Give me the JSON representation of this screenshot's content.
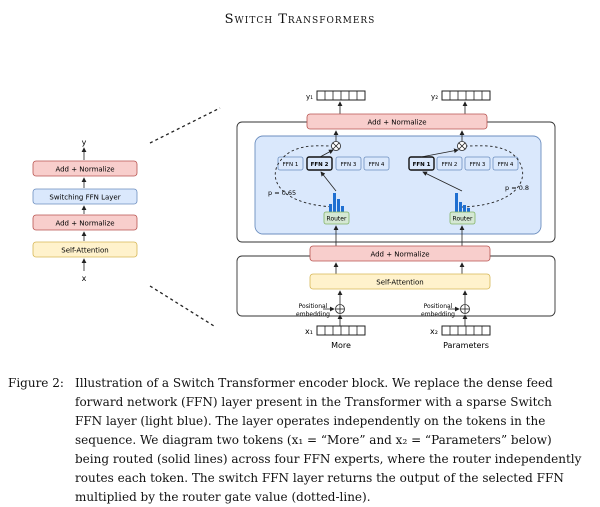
{
  "running_head": "Switch Transformers",
  "small_block": {
    "output": "y",
    "input": "x",
    "layers": [
      "Add + Normalize",
      "Switching FFN Layer",
      "Add + Normalize",
      "Self-Attention"
    ]
  },
  "big_block": {
    "top_add_norm": "Add + Normalize",
    "mid_add_norm": "Add + Normalize",
    "self_attention": "Self-Attention",
    "router_label": "Router",
    "ffn_labels": [
      "FFN 1",
      "FFN 2",
      "FFN 3",
      "FFN 4"
    ],
    "prob_left": "p = 0.65",
    "prob_right": "p = 0.8",
    "positional_embedding": [
      "Positional",
      "embedding"
    ],
    "output_tokens": [
      "y₁",
      "y₂"
    ],
    "input_tokens": [
      "x₁",
      "x₂"
    ],
    "words": [
      "More",
      "Parameters"
    ]
  },
  "colors": {
    "add_norm": "#f8cecc",
    "switch_ffn": "#dae8fc",
    "self_attention": "#fff2cc",
    "router": "#d5e8d4",
    "switch_region": "#dae8fc",
    "histogram": "#1f6fd1"
  },
  "caption": {
    "label": "Figure 2:",
    "lines": [
      "Illustration of a Switch Transformer encoder block. We replace the dense feed",
      "forward network (FFN) layer present in the Transformer with a sparse Switch",
      "FFN layer (light blue).  The layer operates independently on the tokens in the",
      "sequence. We diagram two tokens (x₁ = “More” and x₂ = “Parameters” below)",
      "being routed (solid lines) across four FFN experts, where the router independently",
      "routes each token. The switch FFN layer returns the output of the selected FFN",
      "multiplied by the router gate value (dotted-line)."
    ]
  }
}
